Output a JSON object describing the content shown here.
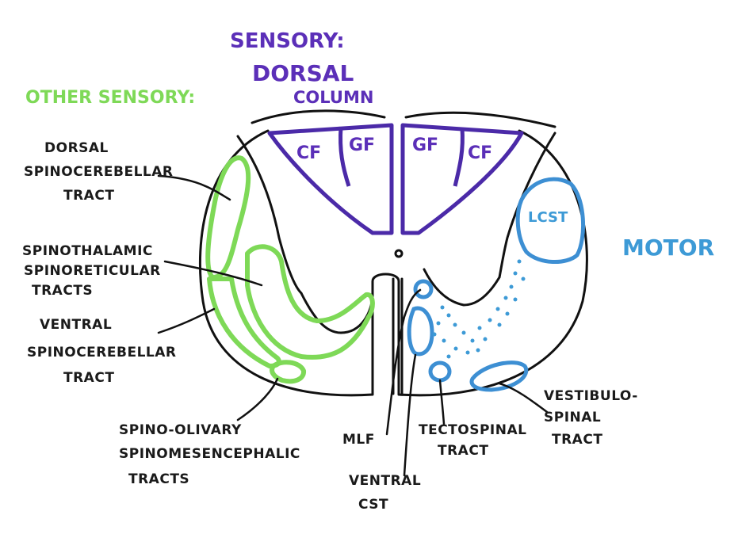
{
  "headings": {
    "sensory": "SENSORY:",
    "dorsal_column": [
      "DORSAL",
      "COLUMN"
    ],
    "other_sensory": "OTHER SENSORY:",
    "motor": "MOTOR"
  },
  "labels": {
    "dorsal_spinocerebellar": [
      "DORSAL",
      "SPINOCEREBELLAR",
      "TRACT"
    ],
    "spinothalamic": [
      "SPINOTHALAMIC",
      "SPINORETICULAR",
      "TRACTS"
    ],
    "ventral_spinocerebellar": [
      "VENTRAL",
      "SPINOCEREBELLAR",
      "TRACT"
    ],
    "spino_olivary": [
      "SPINO-OLIVARY",
      "SPINOMESENCEPHALIC",
      "TRACTS"
    ],
    "mlf": "MLF",
    "ventral_cst": [
      "VENTRAL",
      "CST"
    ],
    "tectospinal": [
      "TECTOSPINAL",
      "TRACT"
    ],
    "vestibulospinal": [
      "VESTIBULO-",
      "SPINAL",
      "TRACT"
    ],
    "lcst": "LCST",
    "cf_left": "CF",
    "gf_left": "GF",
    "gf_right": "GF",
    "cf_right": "CF"
  },
  "colors": {
    "dorsal_column": "#5b2fb8",
    "other_sensory": "#7ed957",
    "motor": "#3d9ad6",
    "ink": "#111111"
  }
}
